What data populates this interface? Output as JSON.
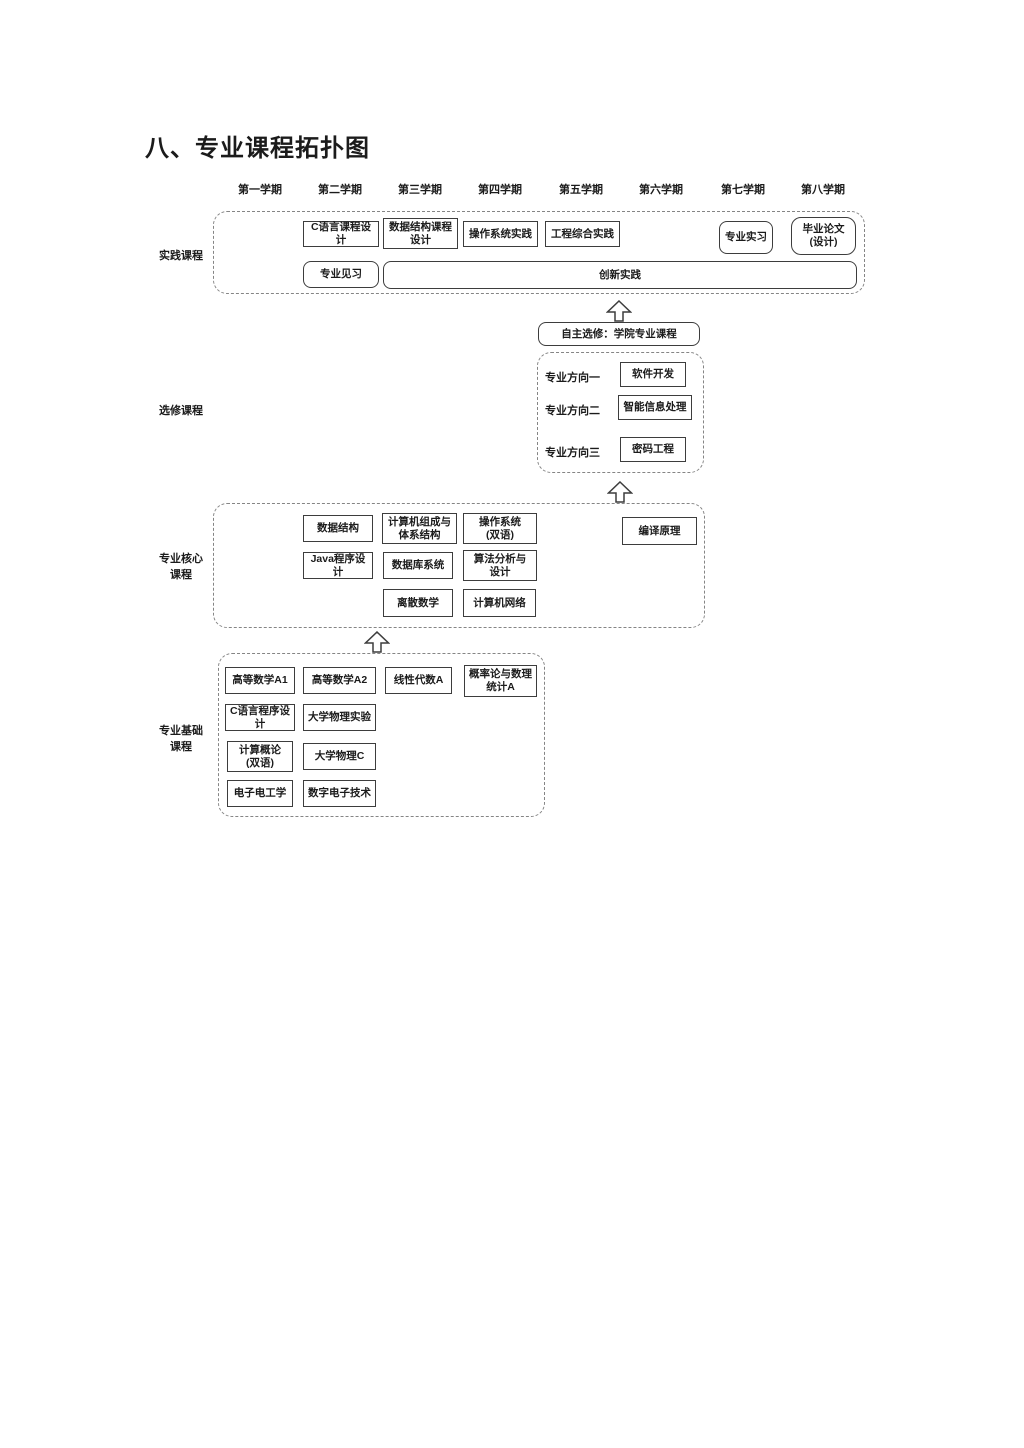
{
  "page": {
    "title": "八、专业课程拓扑图"
  },
  "semester_headers": [
    "第一学期",
    "第二学期",
    "第三学期",
    "第四学期",
    "第五学期",
    "第六学期",
    "第七学期",
    "第八学期"
  ],
  "sections": {
    "practice": {
      "label": "实践课程",
      "courses": {
        "c_course_design": "C语言课程设计",
        "data_structure_design": "数据结构课程\n设计",
        "os_practice": "操作系统实践",
        "engineering_practice": "工程综合实践",
        "internship": "专业实习",
        "graduation_thesis": "毕业论文\n(设计)",
        "field_observation": "专业见习",
        "innovation_practice": "创新实践"
      }
    },
    "elective": {
      "label": "选修课程",
      "self_selected": "自主选修：学院专业课程",
      "directions": [
        {
          "label": "专业方向一",
          "course": "软件开发"
        },
        {
          "label": "专业方向二",
          "course": "智能信息处理"
        },
        {
          "label": "专业方向三",
          "course": "密码工程"
        }
      ]
    },
    "core": {
      "label": "专业核心\n课程",
      "courses": {
        "data_structure": "数据结构",
        "computer_organization": "计算机组成与\n体系结构",
        "operating_system": "操作系统\n(双语)",
        "compiler_principles": "编译原理",
        "java_programming": "Java程序设计",
        "database_system": "数据库系统",
        "algorithm_design": "算法分析与\n设计",
        "discrete_math": "离散数学",
        "computer_network": "计算机网络"
      }
    },
    "basic": {
      "label": "专业基础\n课程",
      "courses": {
        "advanced_math_a1": "高等数学A1",
        "advanced_math_a2": "高等数学A2",
        "linear_algebra": "线性代数A",
        "probability_stats": "概率论与数理\n统计A",
        "c_programming": "C语言程序设计",
        "physics_experiment": "大学物理实验",
        "computing_intro": "计算概论\n(双语)",
        "physics_c": "大学物理C",
        "electronics": "电子电工学",
        "digital_electronics": "数字电子技术"
      }
    }
  },
  "colors": {
    "background": "#ffffff",
    "text": "#1b1b1b",
    "box_border": "#3d3d3d",
    "dashed_border": "#858585"
  }
}
